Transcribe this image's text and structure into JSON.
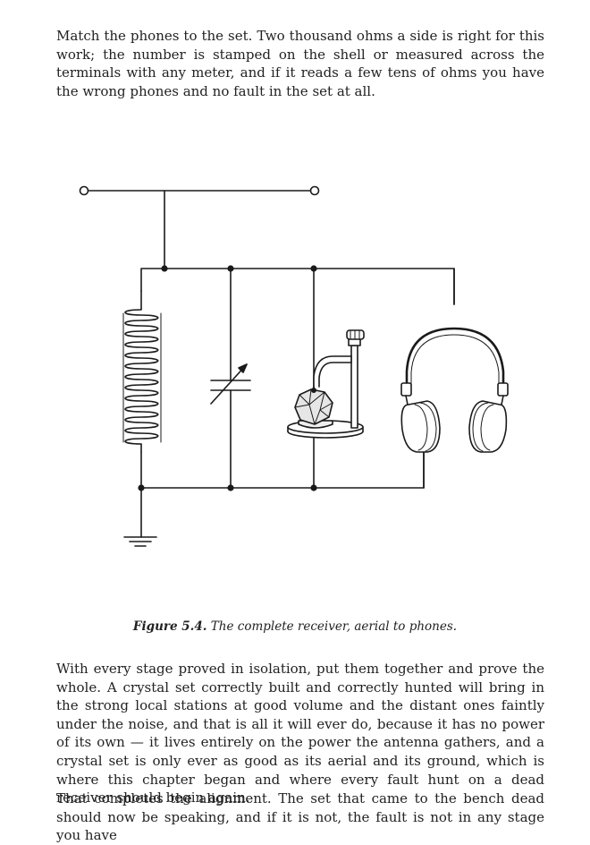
{
  "paragraphs": [
    "Match the phones to the set. Two thousand ohms a side is right for this work; the number is stamped on the shell or measured across the terminals with any meter, and if it reads a few tens of ohms you have the wrong phones and no fault in the set at all.",
    "With every stage proved in isolation, put them together and prove the whole. A crystal set correctly built and correctly hunted will bring in the strong local stations at good volume and the distant ones faintly under the noise, and that is all it will ever do, because it has no power of its own — it lives entirely on the power the antenna gathers, and a crystal set is only ever as good as its aerial and its ground, which is where this chapter began and where every fault hunt on a dead receiver should begin again.",
    "That completes the alignment. The set that came to the bench dead should now be speaking, and if it is not, the fault is not in any stage you have"
  ],
  "figure": {
    "label": "Figure 5.4.",
    "caption": "The complete receiver, aerial to phones."
  }
}
